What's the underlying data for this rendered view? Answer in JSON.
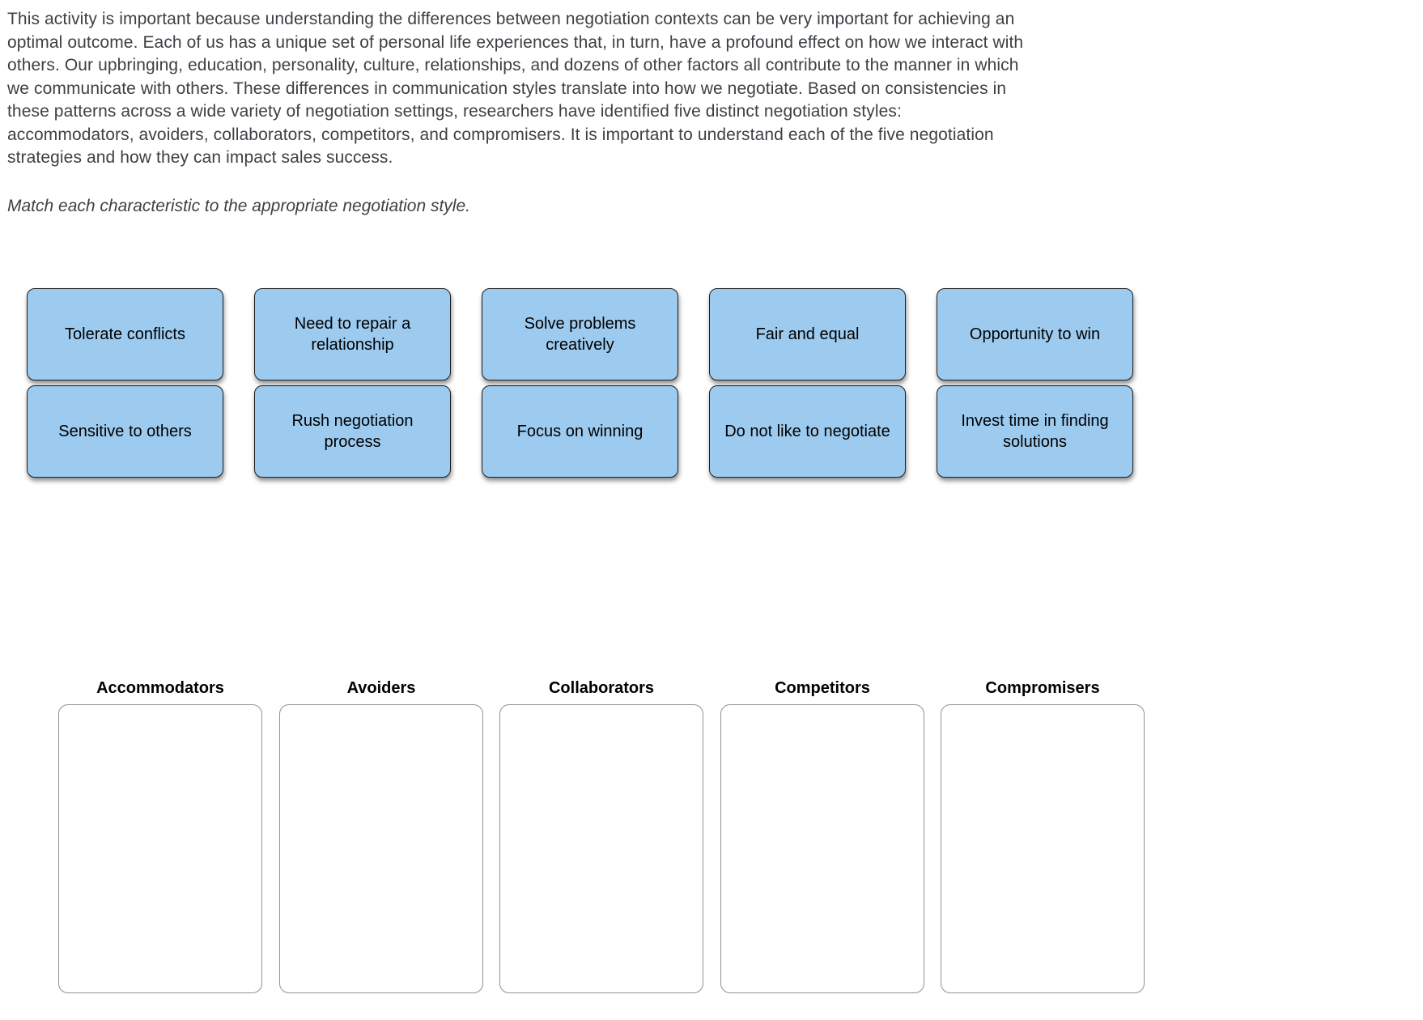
{
  "intro": {
    "lines": [
      "This activity is important because understanding the differences between negotiation contexts can be very important for achieving an",
      "optimal outcome. Each of us has a unique set of personal life experiences that, in turn, have a profound effect on how we interact with",
      "others. Our upbringing, education, personality, culture, relationships, and dozens of other factors all contribute to the manner in which",
      "we communicate with others. These differences in communication styles translate into how we negotiate. Based on consistencies in",
      "these patterns across a wide variety of negotiation settings, researchers have identified five distinct negotiation styles:",
      "accommodators, avoiders, collaborators, competitors, and compromisers. It is important to understand each of the five negotiation",
      "strategies and how they can impact sales success."
    ]
  },
  "instruction": "Match each characteristic to the appropriate negotiation style.",
  "cards": [
    {
      "label": "Tolerate conflicts"
    },
    {
      "label": "Need to repair a relationship"
    },
    {
      "label": "Solve problems creatively"
    },
    {
      "label": "Fair and equal"
    },
    {
      "label": "Opportunity to win"
    },
    {
      "label": "Sensitive to others"
    },
    {
      "label": "Rush negotiation process"
    },
    {
      "label": "Focus on winning"
    },
    {
      "label": "Do not like to negotiate"
    },
    {
      "label": "Invest time in finding solutions"
    }
  ],
  "buckets": [
    {
      "label": "Accommodators"
    },
    {
      "label": "Avoiders"
    },
    {
      "label": "Collaborators"
    },
    {
      "label": "Competitors"
    },
    {
      "label": "Compromisers"
    }
  ],
  "colors": {
    "card_fill": "#9dcbf0",
    "card_border": "#1f1f1f",
    "card_text": "#000000",
    "bucket_border": "#919191",
    "heading_text": "#000000",
    "body_text": "#3d4145",
    "background": "#ffffff"
  }
}
